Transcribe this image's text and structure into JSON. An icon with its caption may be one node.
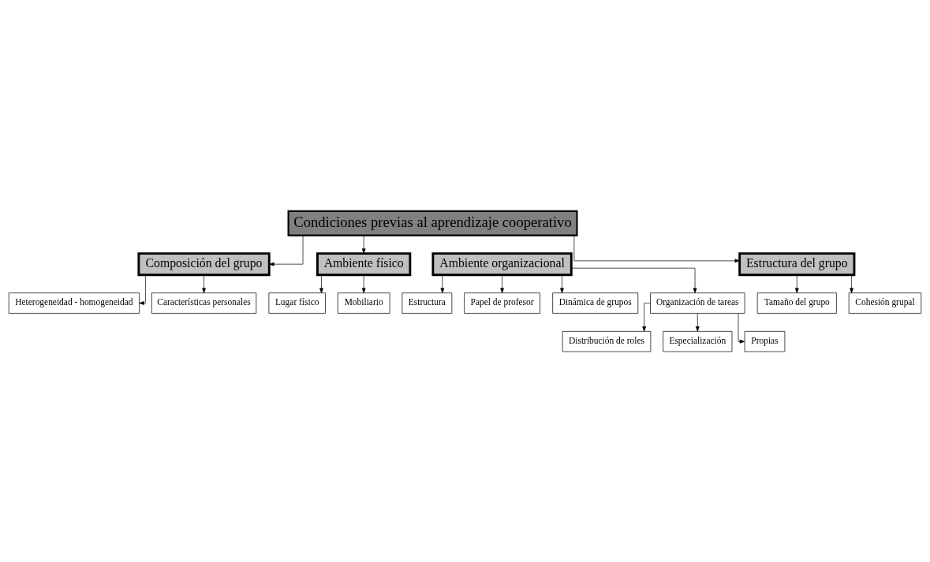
{
  "diagram": {
    "nodes": [
      {
        "text": [
          "Condiciones previas al aprendizaje cooperativo"
        ]
      },
      {
        "text": [
          "Composición del grupo"
        ]
      },
      {
        "text": [
          "Ambiente físico"
        ]
      },
      {
        "text": [
          "Ambiente organizacional"
        ]
      },
      {
        "text": [
          "Estructura del grupo"
        ]
      },
      {
        "text": [
          "Heterogeneidad - homogeneidad"
        ]
      },
      {
        "text": [
          "Características personales"
        ]
      },
      {
        "text": [
          "Lugar físico"
        ]
      },
      {
        "text": [
          "Mobiliario"
        ]
      },
      {
        "text": [
          "Estructura"
        ]
      },
      {
        "text": [
          "Papel de profesor"
        ]
      },
      {
        "text": [
          "Dinámica de grupos"
        ]
      },
      {
        "text": [
          "Tamaño del grupo"
        ]
      },
      {
        "text": [
          "Cohesión grupal"
        ]
      },
      {
        "text": [
          "Organización de tareas"
        ]
      },
      {
        "text": [
          "Distribución de roles"
        ]
      },
      {
        "text": [
          "Especialización"
        ]
      },
      {
        "text": [
          "Propias"
        ]
      }
    ],
    "edges": [
      {
        "from": 0,
        "to": 1,
        "arrow": "to"
      },
      {
        "from": 0,
        "to": 2,
        "arrow": "to"
      },
      {
        "from": 0,
        "to": 4,
        "arrow": "to"
      },
      {
        "from": 1,
        "to": 5,
        "arrow": "to"
      },
      {
        "from": 1,
        "to": 6,
        "arrow": "to"
      },
      {
        "from": 2,
        "to": 7,
        "arrow": "to"
      },
      {
        "from": 2,
        "to": 8,
        "arrow": "to"
      },
      {
        "from": 3,
        "to": 9,
        "arrow": "to"
      },
      {
        "from": 3,
        "to": 10,
        "arrow": "to"
      },
      {
        "from": 3,
        "to": 14,
        "arrow": "to"
      },
      {
        "from": 3,
        "to": 11,
        "arrow": "to"
      },
      {
        "from": 4,
        "to": 12,
        "arrow": "to"
      },
      {
        "from": 4,
        "to": 13,
        "arrow": "to"
      },
      {
        "from": 14,
        "to": 15,
        "arrow": "to"
      },
      {
        "from": 14,
        "to": 16,
        "arrow": "to"
      },
      {
        "from": 14,
        "to": 17,
        "arrow": "to"
      }
    ]
  }
}
